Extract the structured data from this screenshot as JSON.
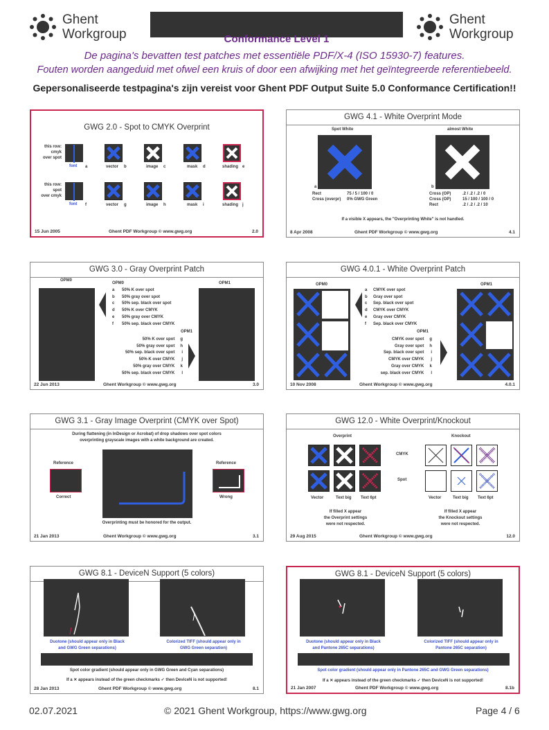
{
  "header": {
    "logo_left_line1": "Ghent",
    "logo_left_line2": "Workgroup",
    "logo_right_line1": "Ghent",
    "logo_right_line2": "Workgroup",
    "title": "Conformance Level 1",
    "subtitle1": "De pagina's bevatten test patches met essentiële PDF/X-4 (ISO 15930-7) features.",
    "subtitle2": "Fouten worden aangeduid met ofwel een kruis of door een afwijking met het geïntegreerde referentiebeeld.",
    "bold_line": "Gepersonaliseerde testpagina's zijn vereist voor Ghent PDF Output Suite 5.0 Conformance Certification!!"
  },
  "colors": {
    "accent_red": "#c8254f",
    "accent_blue": "#3a4fc8",
    "purple": "#6b2a8a",
    "dark": "#333333",
    "x_blue": "#2f5fe0"
  },
  "panels": {
    "p1": {
      "title": "GWG 2.0 - Spot to CMYK Overprint",
      "row1_label": [
        "this row:",
        "cmyk",
        "over spot"
      ],
      "row2_label": [
        "this row:",
        "spot",
        "over cmyk"
      ],
      "cols": [
        "font",
        "vector",
        "image",
        "mask",
        "shading"
      ],
      "letters1": [
        "a",
        "b",
        "c",
        "d",
        "e"
      ],
      "letters2": [
        "f",
        "g",
        "h",
        "i",
        "j"
      ],
      "date": "15 Jun 2005",
      "footer": "Ghent PDF Workgroup © www.gwg.org",
      "version": "2.0"
    },
    "p2": {
      "title": "GWG 4.1 - White Overprint Mode",
      "left_label": "Spot White",
      "right_label": "almost White",
      "letter_a": "a",
      "letter_b": "b",
      "left_rows": [
        [
          "Rect",
          "75 / 5 / 100 / 0"
        ],
        [
          "Cross (overpr)",
          "0% GWG Green"
        ]
      ],
      "right_rows": [
        [
          "Cross (OP)",
          ".2 / .2 / .2 / 0"
        ],
        [
          "Cross (OP)",
          "15 / 100 / 100 / 0"
        ],
        [
          "Rect",
          ".2 / .2 / .2 / 10"
        ]
      ],
      "note": "If a visible X appears, the \"Overprinting White\" is not handled.",
      "date": "8 Apr 2008",
      "footer": "Ghent PDF Workgroup © www.gwg.org",
      "version": "4.1"
    },
    "p3": {
      "title": "GWG 3.0 - Gray Overprint Patch",
      "opm0": "OPM0",
      "opm1": "OPM1",
      "list0": [
        [
          "a",
          "50% K over spot"
        ],
        [
          "b",
          "50% gray over spot"
        ],
        [
          "c",
          "50% sep. black over spot"
        ],
        [
          "d",
          "50% K over CMYK"
        ],
        [
          "e",
          "50% gray over CMYK"
        ],
        [
          "f",
          "50% sep. black over CMYK"
        ]
      ],
      "list1": [
        [
          "50% K over spot",
          "g"
        ],
        [
          "50% gray over spot",
          "h"
        ],
        [
          "50% sep. black over spot",
          "i"
        ],
        [
          "50% K over CMYK",
          "j"
        ],
        [
          "50% gray over CMYK",
          "k"
        ],
        [
          "50% sep. black over CMYK",
          "l"
        ]
      ],
      "date": "22 Jun 2013",
      "footer": "Ghent Workgroup © www.gwg.org",
      "version": "3.0"
    },
    "p4": {
      "title": "GWG 4.0.1 - White Overprint Patch",
      "opm0": "OPM0",
      "opm1": "OPM1",
      "list0": [
        [
          "a",
          "CMYK over spot"
        ],
        [
          "b",
          "Gray over spot"
        ],
        [
          "c",
          "Sep. black over spot"
        ],
        [
          "d",
          "CMYK over CMYK"
        ],
        [
          "e",
          "Gray over CMYK"
        ],
        [
          "f",
          "Sep. black over CMYK"
        ]
      ],
      "list1": [
        [
          "CMYK over spot",
          "g"
        ],
        [
          "Gray over spot",
          "h"
        ],
        [
          "Sep. black over spot",
          "i"
        ],
        [
          "CMYK over CMYK",
          "j"
        ],
        [
          "Gray over CMYK",
          "k"
        ],
        [
          "sep. black over CMYK",
          "l"
        ]
      ],
      "date": "10 Nov 2008",
      "footer": "Ghent Workgroup © www.gwg.org",
      "version": "4.0.1"
    },
    "p5": {
      "title": "GWG 3.1 - Gray Image Overprint (CMYK over Spot)",
      "desc1": "During flattening (in InDesign or Acrobat) of drop shadows over spot colors",
      "desc2": "overprinting grayscale images with a white background are created.",
      "ref_left": "Reference",
      "ref_right": "Reference",
      "correct": "Correct",
      "wrong": "Wrong",
      "note": "Overprinting must be honored for the output.",
      "date": "21 Jan 2013",
      "footer": "Ghent Workgroup © www.gwg.org",
      "version": "3.1"
    },
    "p6": {
      "title": "GWG 12.0 - White Overprint/Knockout",
      "overprint": "Overprint",
      "knockout": "Knockout",
      "cmyk": "CMYK",
      "spot": "Spot",
      "cols": [
        "Vector",
        "Text big",
        "Text 6pt"
      ],
      "note_left": [
        "If filled X appear",
        "the Overprint settings",
        "were not respected."
      ],
      "note_right": [
        "If filled X appear",
        "the Knockout settings",
        "were not respected."
      ],
      "date": "29 Aug 2015",
      "footer": "Ghent Workgroup © www.gwg.org",
      "version": "12.0"
    },
    "p7": {
      "title": "GWG 8.1 - DeviceN Support (5 colors)",
      "cap_left": [
        "Duotone (should appear only in Black",
        "and GWG Green separations)"
      ],
      "cap_right": [
        "Colorized TIFF (should appear only in",
        "GWG Green separation)"
      ],
      "gradient": "Spot color gradient (should appear only in GWG Green and Cyan separations)",
      "note": "If a ✕ appears instead of the green checkmarks ✓ then DeviceN is not supported!",
      "date": "28 Jan 2013",
      "footer": "Ghent PDF Workgroup © www.gwg.org",
      "version": "8.1"
    },
    "p8": {
      "title": "GWG 8.1 - DeviceN Support (5 colors)",
      "cap_left": [
        "Duotone (should appear only in Black",
        "and Pantone 265C separations)"
      ],
      "cap_right": [
        "Colorized TIFF (should appear only in",
        "Pantone 265C separation)"
      ],
      "gradient": "Spot color gradient (should appear only in Pantone 265C and GWG Green separations)",
      "note": "If a ✕ appears instead of the green checkmarks ✓ then DeviceN is not supported!",
      "date": "21 Jan 2007",
      "footer": "Ghent PDF Workgroup © www.gwg.org",
      "version": "8.1b"
    }
  },
  "footer": {
    "date": "02.07.2021",
    "copyright": "© 2021 Ghent Workgroup, https://www.gwg.org",
    "page": "Page 4 / 6"
  }
}
